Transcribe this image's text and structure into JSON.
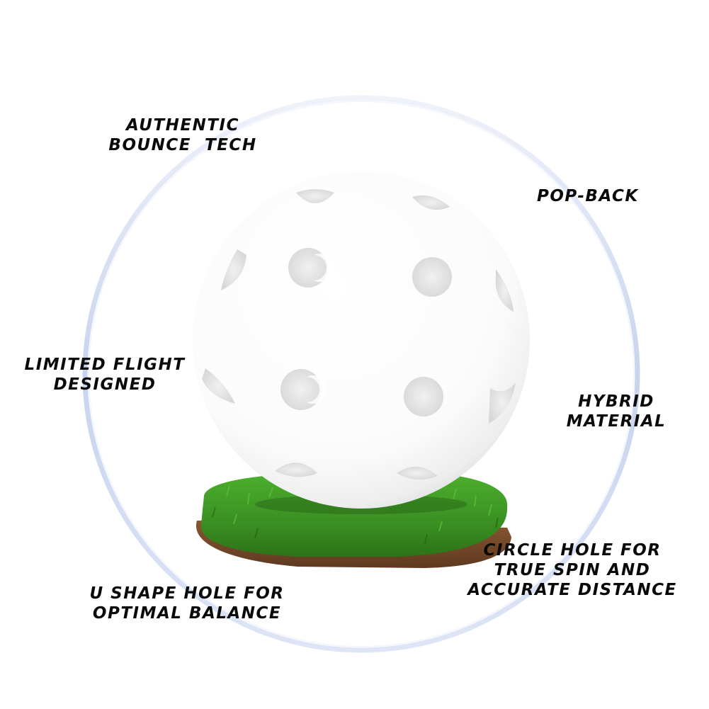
{
  "features": {
    "authentic_bounce": {
      "line1": "AUTHENTIC",
      "line2": "BOUNCE  TECH"
    },
    "pop_back": {
      "line1": "POP-BACK"
    },
    "limited_flight": {
      "line1": "LIMITED FLIGHT",
      "line2": "DESIGNED"
    },
    "hybrid_material": {
      "line1": "HYBRID",
      "line2": "MATERIAL"
    },
    "circle_hole": {
      "line1": "CIRCLE HOLE FOR",
      "line2": "TRUE SPIN AND",
      "line3": "ACCURATE DISTANCE"
    },
    "u_shape_hole": {
      "line1": "U SHAPE HOLE FOR",
      "line2": "OPTIMAL BALANCE"
    }
  },
  "colors": {
    "ring": "#c9d6ee",
    "ball": "#ffffff",
    "grass": "#3f9a28",
    "soil": "#7a4a2a",
    "text": "#0a0a0a"
  },
  "icons": [
    "whiffle-ball-icon",
    "grass-turf-patch-icon",
    "halo-ring-icon"
  ]
}
